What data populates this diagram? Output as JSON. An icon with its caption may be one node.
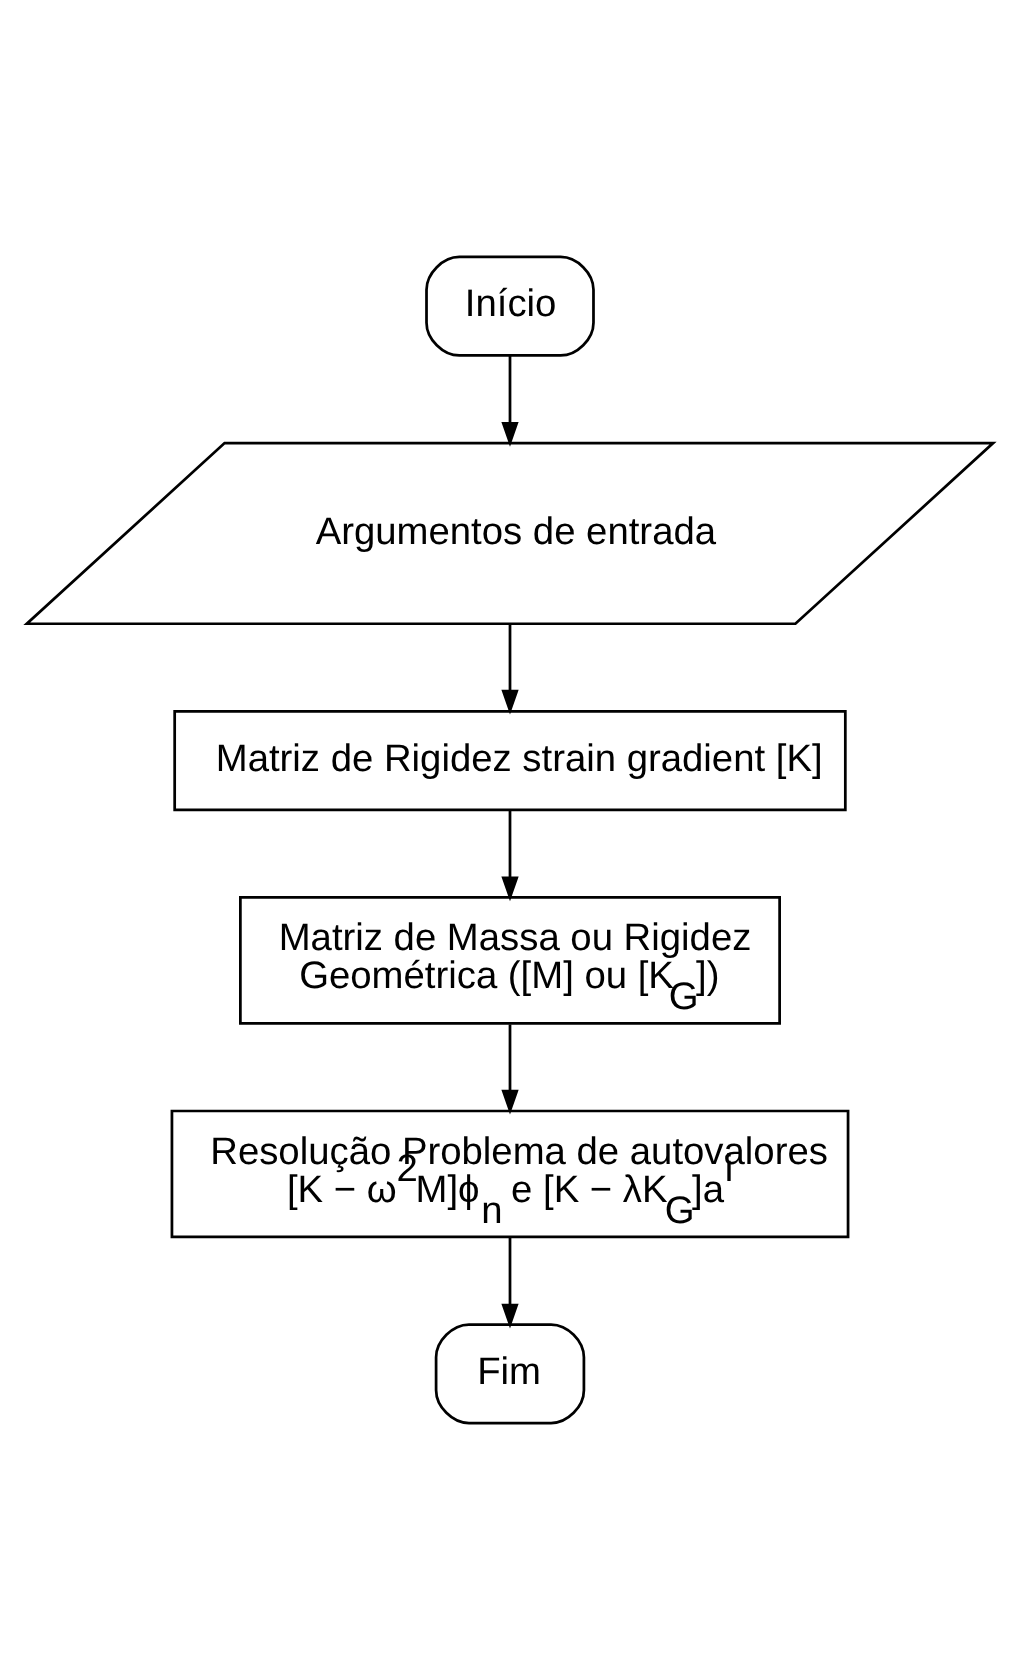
{
  "diagram": {
    "nodes": [
      {
        "text": [
          "Início"
        ]
      },
      {
        "text": [
          "Argumentos de entrada"
        ]
      },
      {
        "text": [
          "Matriz de Rigidez strain gradient [K]"
        ]
      },
      {
        "text": [
          "Matriz de Massa ou Rigidez Geométrica ([M] ou [K$_{G}$])"
        ]
      },
      {
        "text": [
          "Resolução Problema de autovalores [K − ω$^{2}$M]ϕ$_{n}$ e [K − λK$_{G}$]a$^{i}$"
        ]
      },
      {
        "text": [
          "Fim"
        ]
      }
    ],
    "edges": [
      {
        "from": 0,
        "to": 1,
        "arrow": "to"
      },
      {
        "from": 1,
        "to": 2,
        "arrow": "to"
      },
      {
        "from": 2,
        "to": 3,
        "arrow": "to"
      },
      {
        "from": 3,
        "to": 4,
        "arrow": "to"
      },
      {
        "from": 4,
        "to": 5,
        "arrow": "to"
      }
    ]
  }
}
